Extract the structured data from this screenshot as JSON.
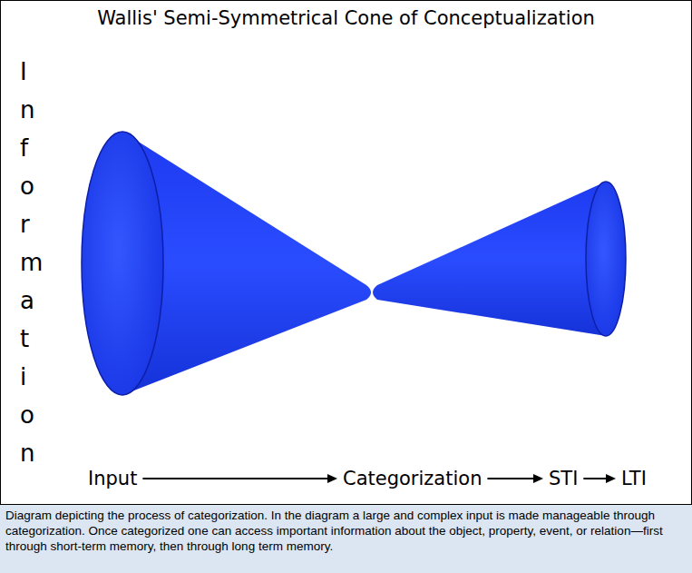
{
  "diagram": {
    "title": "Wallis' Semi-Symmetrical Cone of Conceptualization",
    "caption": "Diagram depicting the process of categorization. In the diagram a large and complex input is made manageable through categorization. Once categorized one can access important information about the object, property, event, or relation—first through short-term memory, then through long term memory.",
    "nodes": [
      {
        "text": [
          "Input"
        ]
      },
      {
        "text": [
          "Categorization"
        ]
      },
      {
        "text": [
          "STI"
        ]
      },
      {
        "text": [
          "LTI"
        ]
      }
    ],
    "edges": [
      {
        "from": 0,
        "to": 1,
        "arrow": "to"
      },
      {
        "from": 1,
        "to": 2,
        "arrow": "to"
      },
      {
        "from": 2,
        "to": 3,
        "arrow": "to"
      }
    ],
    "labels": [
      "Information"
    ]
  }
}
